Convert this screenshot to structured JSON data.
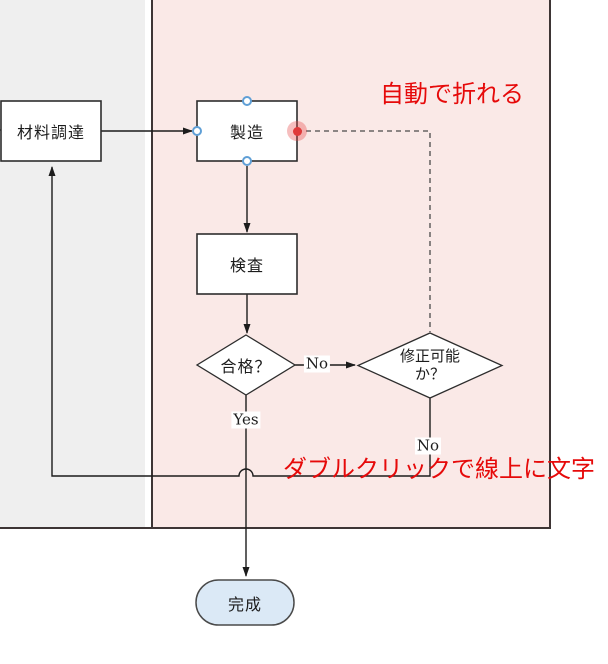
{
  "diagram": {
    "type": "flowchart",
    "nodes": {
      "material": {
        "label": "材料調達",
        "shape": "process"
      },
      "manufacture": {
        "label": "製造",
        "shape": "process"
      },
      "inspect": {
        "label": "検査",
        "shape": "process"
      },
      "pass": {
        "label": "合格？",
        "shape": "decision"
      },
      "fixable": {
        "label": "修正可能か？",
        "line1": "修正可能",
        "line2": "か？",
        "shape": "decision"
      },
      "done": {
        "label": "完成",
        "shape": "terminator"
      }
    },
    "edge_labels": {
      "pass_no": "No",
      "pass_yes": "Yes",
      "fixable_no": "No"
    },
    "annotations": {
      "auto_bend": "自動で折れる",
      "double_click": "ダブルクリックで線上に文字"
    },
    "handles": {
      "blue_connect_points": 3,
      "red_endpoint": 1
    },
    "colors": {
      "lane_left_fill": "#efefef",
      "lane_right_fill": "#fae9e7",
      "lane_border": "#3d3535",
      "node_fill": "#ffffff",
      "node_border": "#2d2d2d",
      "terminator_fill": "#dbe9f6",
      "connector": "#1c1c1c",
      "dashed_line": "#4a4a4a",
      "annotation_red": "#e60a0a",
      "handle_blue": "#5f9fd6",
      "handle_red": "#e03a3a"
    }
  }
}
